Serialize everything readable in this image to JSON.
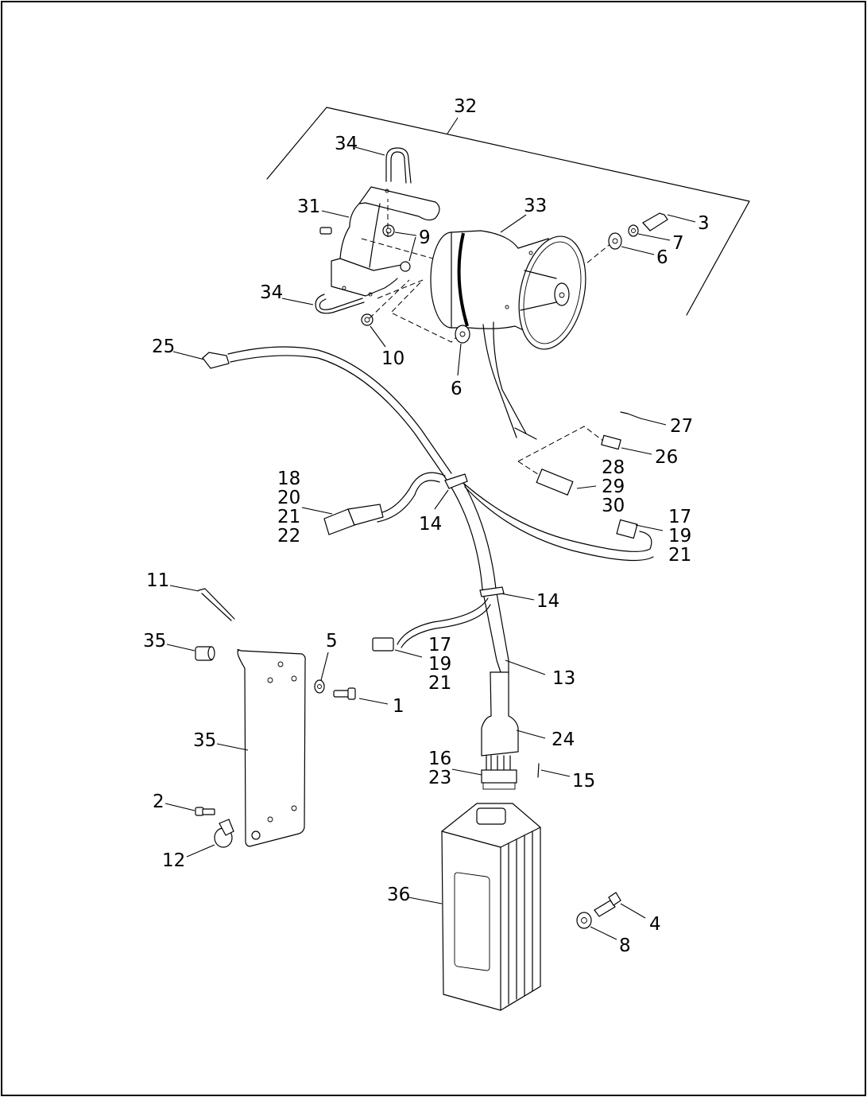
{
  "diagram": {
    "type": "exploded-parts-diagram",
    "subject": "Siren / horn assembly with wiring harness, mounting plate and control module",
    "colors": {
      "line": "#000000",
      "background": "#ffffff"
    },
    "callouts": [
      {
        "id": "c32",
        "text": "32",
        "part": "siren-assembly-group"
      },
      {
        "id": "c34a",
        "text": "34",
        "part": "u-bolt-upper"
      },
      {
        "id": "c31",
        "text": "31",
        "part": "siren-mounting-bracket"
      },
      {
        "id": "c33",
        "text": "33",
        "part": "siren-speaker"
      },
      {
        "id": "c3",
        "text": "3",
        "part": "bolt"
      },
      {
        "id": "c7",
        "text": "7",
        "part": "lock-washer"
      },
      {
        "id": "c6a",
        "text": "6",
        "part": "flat-washer-right"
      },
      {
        "id": "c9",
        "text": "9",
        "part": "nut-upper"
      },
      {
        "id": "c34b",
        "text": "34",
        "part": "u-bolt-lower"
      },
      {
        "id": "c10",
        "text": "10",
        "part": "nut-lower"
      },
      {
        "id": "c6b",
        "text": "6",
        "part": "flat-washer-lower"
      },
      {
        "id": "c25",
        "text": "25",
        "part": "harness-end-connector"
      },
      {
        "id": "c27",
        "text": "27",
        "part": "terminal-pin"
      },
      {
        "id": "c26",
        "text": "26",
        "part": "small-connector"
      },
      {
        "id": "c28",
        "text": "28\n29\n30",
        "part": "siren-connector"
      },
      {
        "id": "c18",
        "text": "18\n20\n21\n22",
        "part": "multi-pin-connector"
      },
      {
        "id": "c14a",
        "text": "14",
        "part": "cable-clamp-upper"
      },
      {
        "id": "c17a",
        "text": "17\n19\n21",
        "part": "connector-right"
      },
      {
        "id": "c11",
        "text": "11",
        "part": "cable-tie"
      },
      {
        "id": "c14b",
        "text": "14",
        "part": "cable-clamp-lower"
      },
      {
        "id": "c35a",
        "text": "35",
        "part": "spacer"
      },
      {
        "id": "c5",
        "text": "5",
        "part": "washer"
      },
      {
        "id": "c17b",
        "text": "17\n19\n21",
        "part": "connector-left"
      },
      {
        "id": "c1",
        "text": "1",
        "part": "screw"
      },
      {
        "id": "c13",
        "text": "13",
        "part": "main-harness"
      },
      {
        "id": "c35b",
        "text": "35",
        "part": "mounting-plate"
      },
      {
        "id": "c24",
        "text": "24",
        "part": "harness-boot"
      },
      {
        "id": "c16",
        "text": "16\n23",
        "part": "module-connector"
      },
      {
        "id": "c15",
        "text": "15",
        "part": "retaining-pin"
      },
      {
        "id": "c2",
        "text": "2",
        "part": "clamp-screw"
      },
      {
        "id": "c12",
        "text": "12",
        "part": "p-clamp"
      },
      {
        "id": "c36",
        "text": "36",
        "part": "siren-control-module"
      },
      {
        "id": "c4",
        "text": "4",
        "part": "module-bolt"
      },
      {
        "id": "c8",
        "text": "8",
        "part": "module-washer"
      }
    ]
  }
}
